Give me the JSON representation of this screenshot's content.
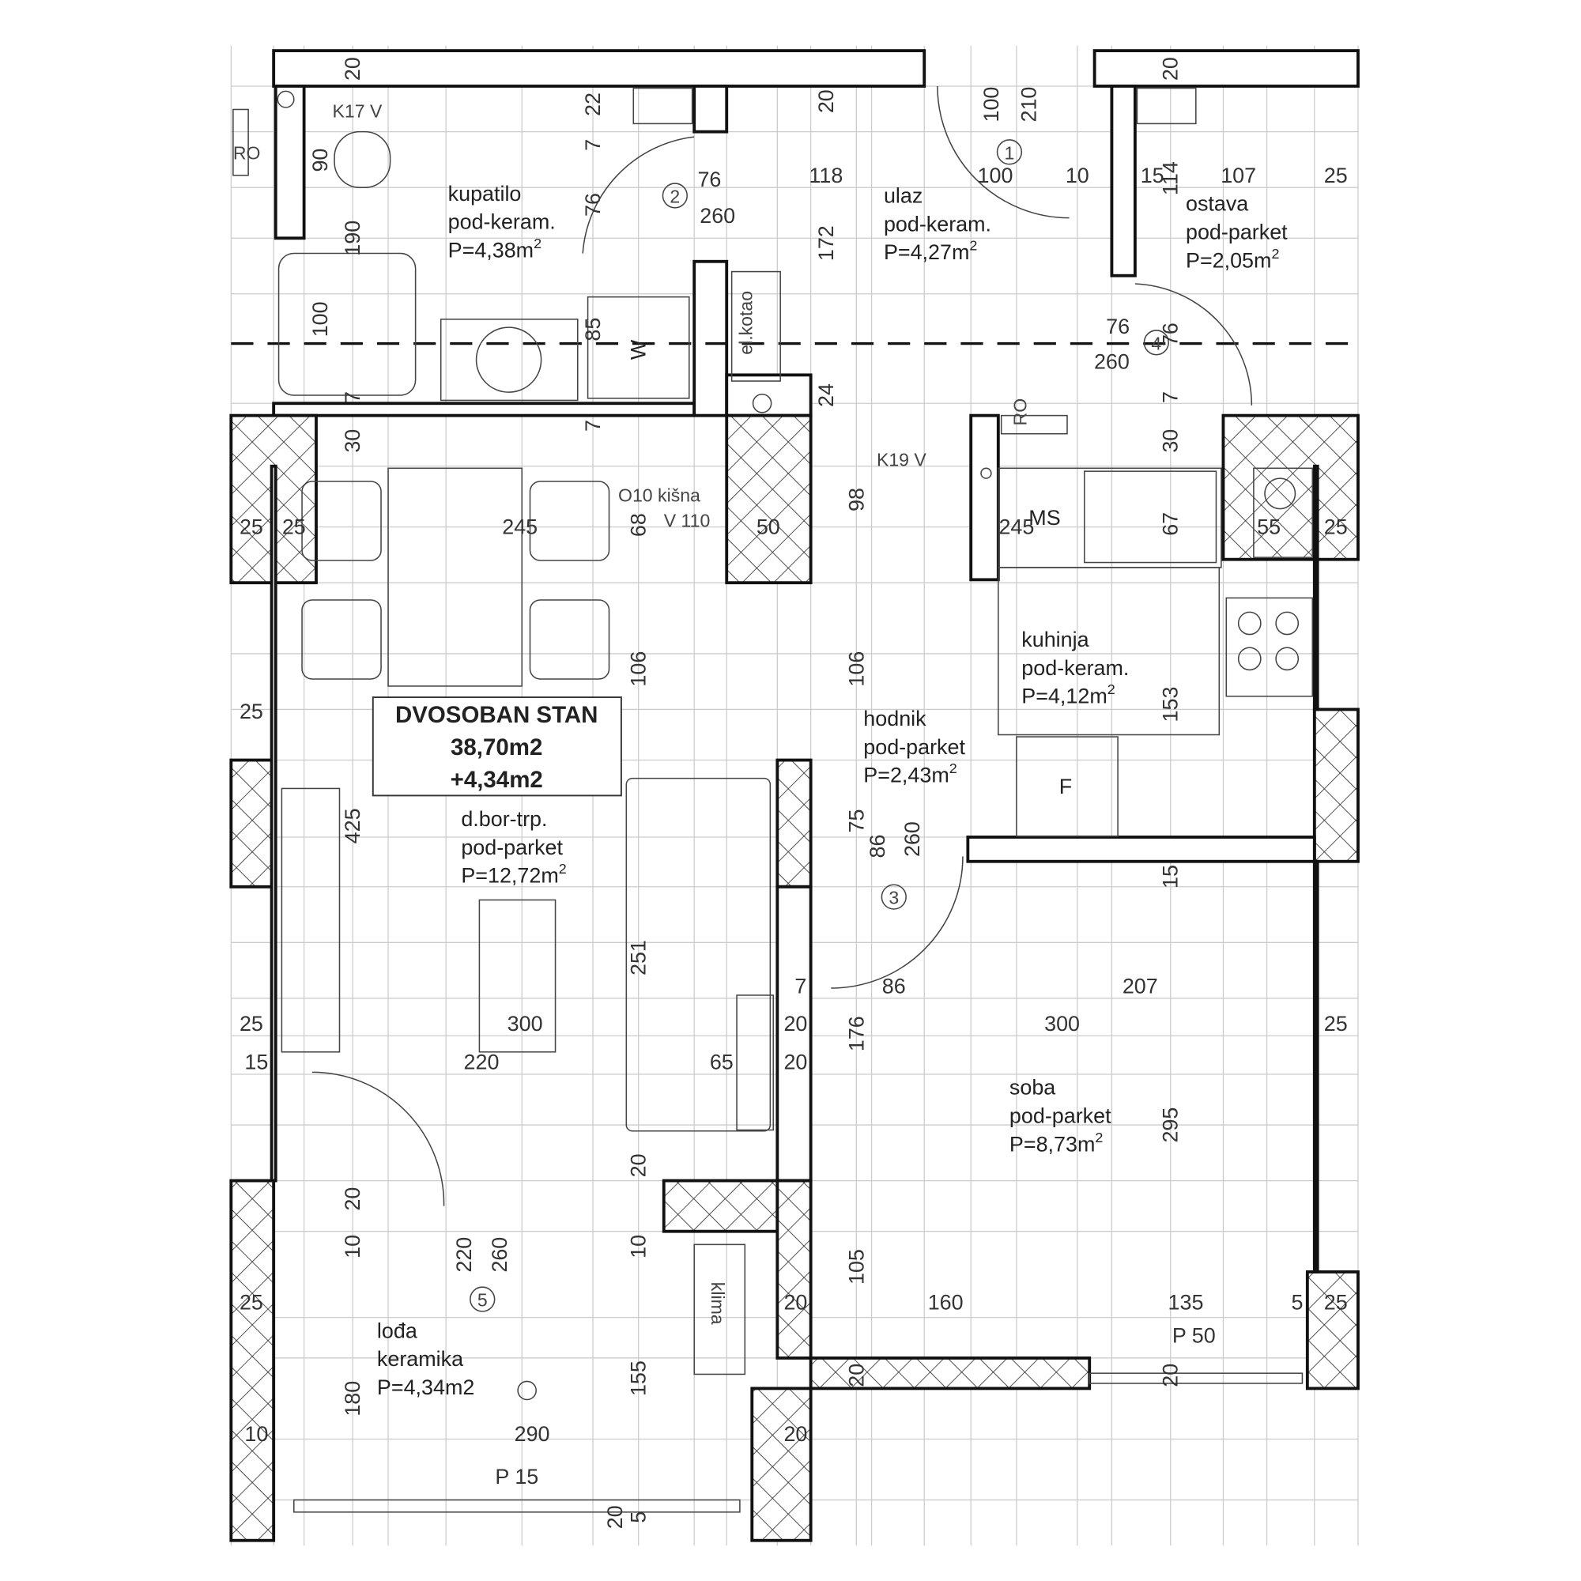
{
  "title": {
    "line1": "DVOSOBAN STAN",
    "line2": "38,70m2",
    "line3": "+4,34m2"
  },
  "rooms": {
    "kupatilo": {
      "name": "kupatilo",
      "floor": "pod-keram.",
      "area": "P=4,38m",
      "sup": "2"
    },
    "ulaz": {
      "name": "ulaz",
      "floor": "pod-keram.",
      "area": "P=4,27m",
      "sup": "2"
    },
    "ostava": {
      "name": "ostava",
      "floor": "pod-parket",
      "area": "P=2,05m",
      "sup": "2"
    },
    "dnevna": {
      "name": "d.bor-trp.",
      "floor": "pod-parket",
      "area": "P=12,72m",
      "sup": "2"
    },
    "hodnik": {
      "name": "hodnik",
      "floor": "pod-parket",
      "area": "P=2,43m",
      "sup": "2"
    },
    "kuhinja": {
      "name": "kuhinja",
      "floor": "pod-keram.",
      "area": "P=4,12m",
      "sup": "2"
    },
    "soba": {
      "name": "soba",
      "floor": "pod-parket",
      "area": "P=8,73m",
      "sup": "2"
    },
    "lodja": {
      "name": "lođa",
      "floor": "keramika",
      "area": "P=4,34m2"
    }
  },
  "labels": {
    "k17": "K17 V",
    "ro_left": "RO",
    "ro_mid": "RO",
    "w": "W",
    "kotao": "el.kotao",
    "k19": "K19 V",
    "o10": "O10 kišna",
    "v110": "V 110",
    "ms": "MS",
    "f": "F",
    "klima": "klima"
  },
  "doors": [
    "1",
    "2",
    "3",
    "5",
    "4"
  ],
  "dims": [
    "20",
    "22",
    "20",
    "100",
    "210",
    "20",
    "7",
    "76",
    "118",
    "100",
    "10",
    "15",
    "114",
    "107",
    "25",
    "90",
    "76",
    "260",
    "172",
    "190",
    "100",
    "85",
    "76",
    "76",
    "260",
    "7",
    "24",
    "7",
    "7",
    "30",
    "30",
    "25",
    "25",
    "245",
    "68",
    "50",
    "98",
    "245",
    "67",
    "55",
    "25",
    "106",
    "106",
    "153",
    "25",
    "425",
    "75",
    "86",
    "260",
    "15",
    "251",
    "7",
    "86",
    "207",
    "25",
    "300",
    "20",
    "176",
    "300",
    "25",
    "15",
    "220",
    "65",
    "20",
    "295",
    "20",
    "20",
    "10",
    "220",
    "260",
    "10",
    "105",
    "25",
    "20",
    "160",
    "135",
    "5",
    "25",
    "P 50",
    "20",
    "20",
    "180",
    "155",
    "10",
    "290",
    "20",
    "P 15",
    "20",
    "5"
  ]
}
